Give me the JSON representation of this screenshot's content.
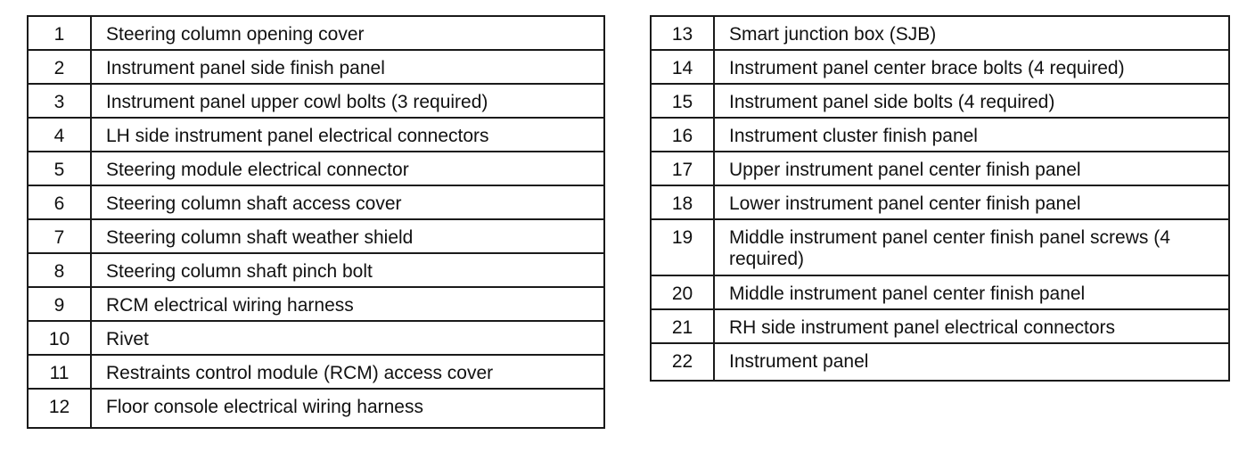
{
  "left_table": {
    "rows": [
      {
        "num": "1",
        "desc": "Steering column opening cover"
      },
      {
        "num": "2",
        "desc": "Instrument panel side finish panel"
      },
      {
        "num": "3",
        "desc": "Instrument panel upper cowl bolts (3 required)"
      },
      {
        "num": "4",
        "desc": "LH side instrument panel electrical connectors"
      },
      {
        "num": "5",
        "desc": "Steering module electrical connector"
      },
      {
        "num": "6",
        "desc": "Steering column shaft access cover"
      },
      {
        "num": "7",
        "desc": "Steering column shaft weather shield"
      },
      {
        "num": "8",
        "desc": "Steering column shaft pinch bolt"
      },
      {
        "num": "9",
        "desc": "RCM electrical wiring harness"
      },
      {
        "num": "10",
        "desc": "Rivet"
      },
      {
        "num": "11",
        "desc": "Restraints control module (RCM) access cover"
      },
      {
        "num": "12",
        "desc": "Floor console electrical wiring harness"
      }
    ]
  },
  "right_table": {
    "rows": [
      {
        "num": "13",
        "desc": "Smart junction box (SJB)"
      },
      {
        "num": "14",
        "desc": "Instrument panel center brace bolts (4 required)"
      },
      {
        "num": "15",
        "desc": "Instrument panel side bolts (4 required)"
      },
      {
        "num": "16",
        "desc": "Instrument cluster finish panel"
      },
      {
        "num": "17",
        "desc": "Upper instrument panel center finish panel"
      },
      {
        "num": "18",
        "desc": "Lower instrument panel center finish panel"
      },
      {
        "num": "19",
        "desc": "Middle instrument panel center finish panel screws (4 required)"
      },
      {
        "num": "20",
        "desc": "Middle instrument panel center finish panel"
      },
      {
        "num": "21",
        "desc": "RH side instrument panel electrical connectors"
      },
      {
        "num": "22",
        "desc": "Instrument panel"
      }
    ]
  }
}
